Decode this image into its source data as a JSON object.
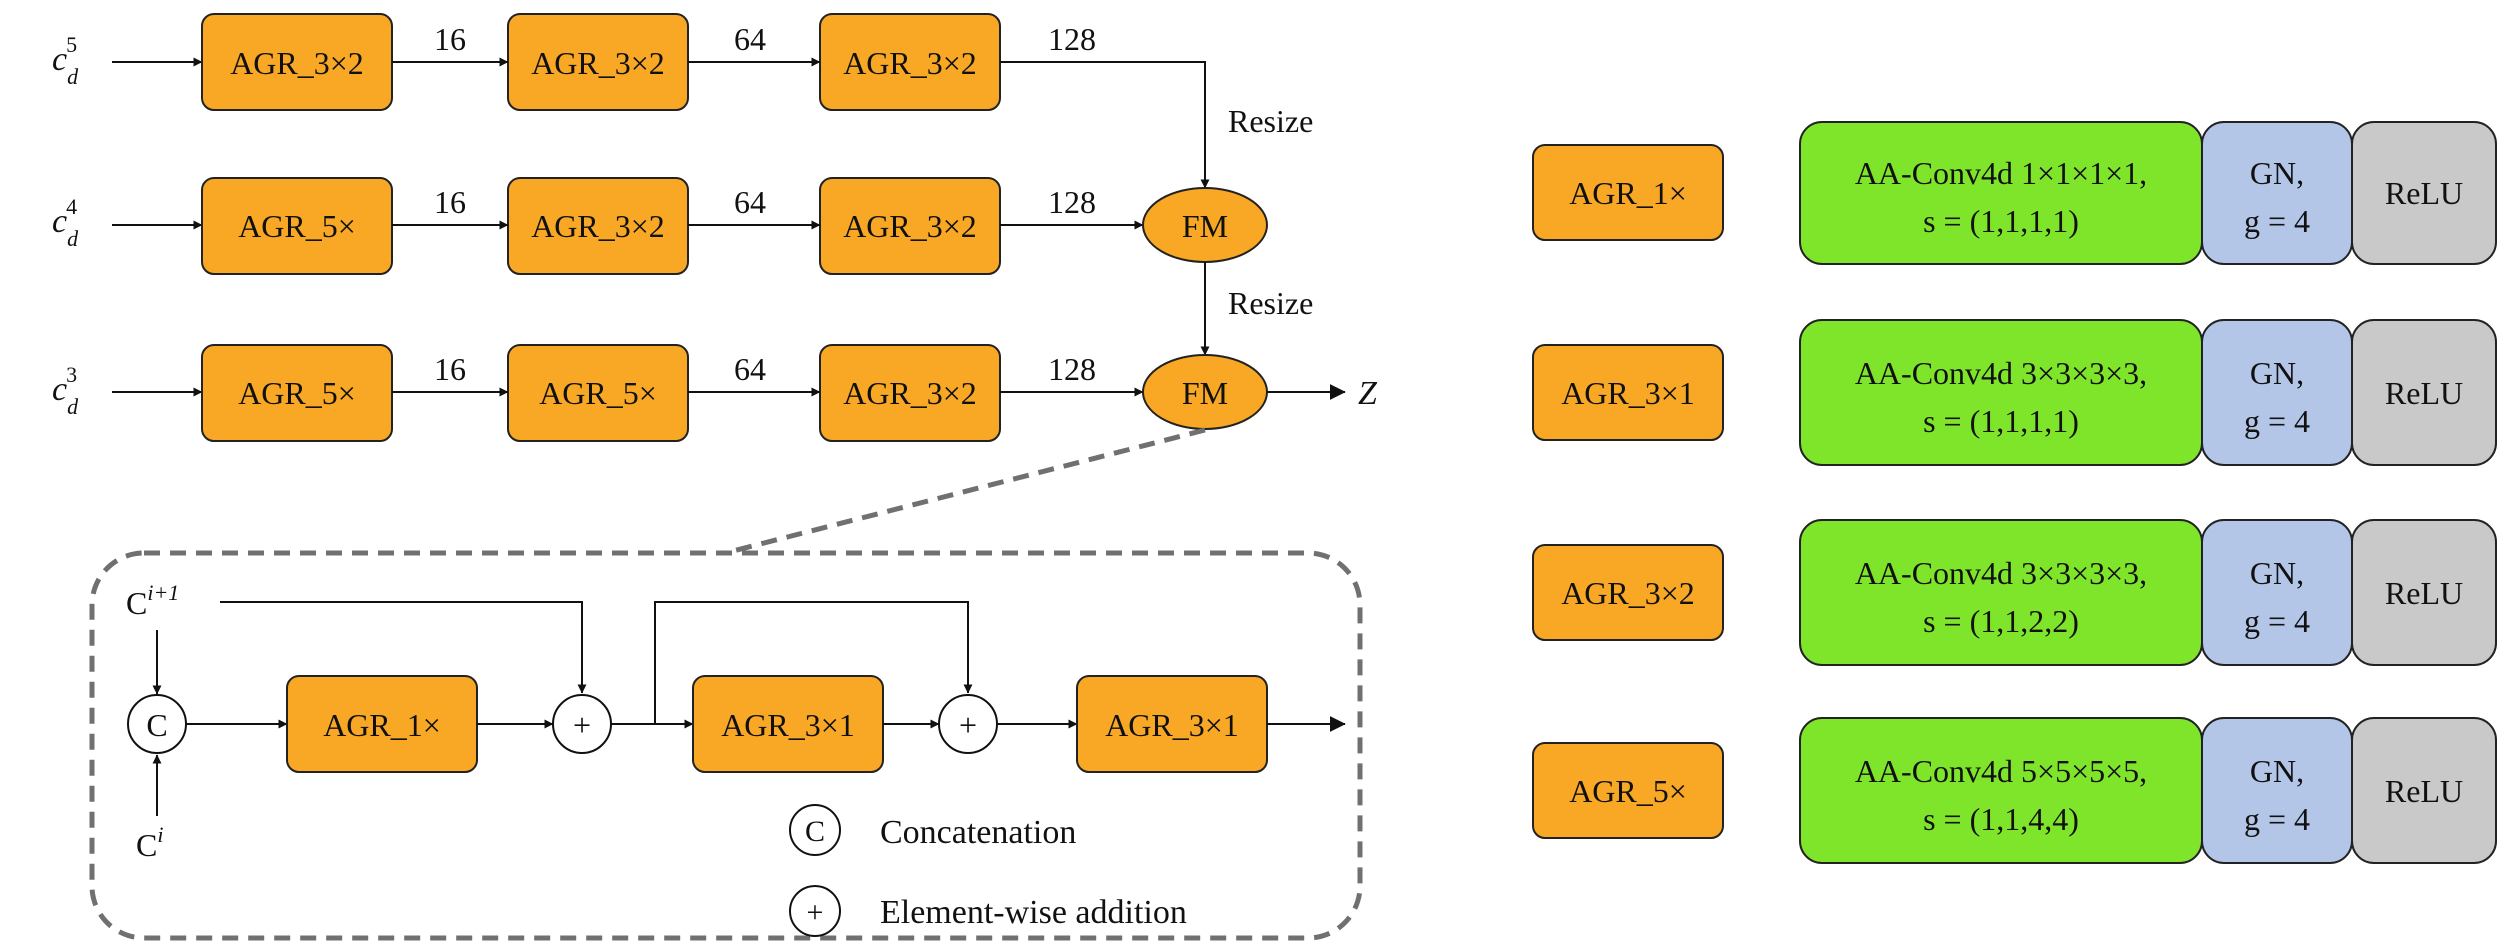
{
  "inputs": {
    "c5": {
      "base": "c",
      "sub": "d",
      "sup": "5"
    },
    "c4": {
      "base": "c",
      "sub": "d",
      "sup": "4"
    },
    "c3": {
      "base": "c",
      "sub": "d",
      "sup": "3"
    }
  },
  "rows": [
    {
      "blocks": [
        "AGR_3×2",
        "AGR_3×2",
        "AGR_3×2"
      ],
      "channels": [
        "16",
        "64",
        "128"
      ]
    },
    {
      "blocks": [
        "AGR_5×",
        "AGR_3×2",
        "AGR_3×2"
      ],
      "channels": [
        "16",
        "64",
        "128"
      ]
    },
    {
      "blocks": [
        "AGR_5×",
        "AGR_5×",
        "AGR_3×2"
      ],
      "channels": [
        "16",
        "64",
        "128"
      ]
    }
  ],
  "resize_label": "Resize",
  "fm_label": "FM",
  "output_label": "Z",
  "fm_detail": {
    "input_top": {
      "base": "C",
      "sup": "i+1"
    },
    "input_bottom": {
      "base": "C",
      "sup": "i"
    },
    "concat_symbol": "C",
    "add_symbol": "+",
    "blocks": [
      "AGR_1×",
      "AGR_3×1",
      "AGR_3×1"
    ],
    "legend": [
      {
        "symbol": "C",
        "label": "Concatenation"
      },
      {
        "symbol": "+",
        "label": "Element-wise addition"
      }
    ]
  },
  "definitions": [
    {
      "name": "AGR_1×",
      "conv_line1": "AA-Conv4d 1×1×1×1,",
      "conv_line2": "s = (1,1,1,1)",
      "gn_line1": "GN,",
      "gn_line2": "g = 4",
      "act": "ReLU"
    },
    {
      "name": "AGR_3×1",
      "conv_line1": "AA-Conv4d 3×3×3×3,",
      "conv_line2": "s = (1,1,1,1)",
      "gn_line1": "GN,",
      "gn_line2": "g = 4",
      "act": "ReLU"
    },
    {
      "name": "AGR_3×2",
      "conv_line1": "AA-Conv4d 3×3×3×3,",
      "conv_line2": "s = (1,1,2,2)",
      "gn_line1": "GN,",
      "gn_line2": "g = 4",
      "act": "ReLU"
    },
    {
      "name": "AGR_5×",
      "conv_line1": "AA-Conv4d 5×5×5×5,",
      "conv_line2": "s = (1,1,4,4)",
      "gn_line1": "GN,",
      "gn_line2": "g = 4",
      "act": "ReLU"
    }
  ],
  "colors": {
    "agr": "#F9A825",
    "conv": "#7FE52B",
    "gn": "#B4C6E7",
    "relu": "#C9C9C9",
    "stroke": "#222222",
    "dashed": "#707070"
  }
}
